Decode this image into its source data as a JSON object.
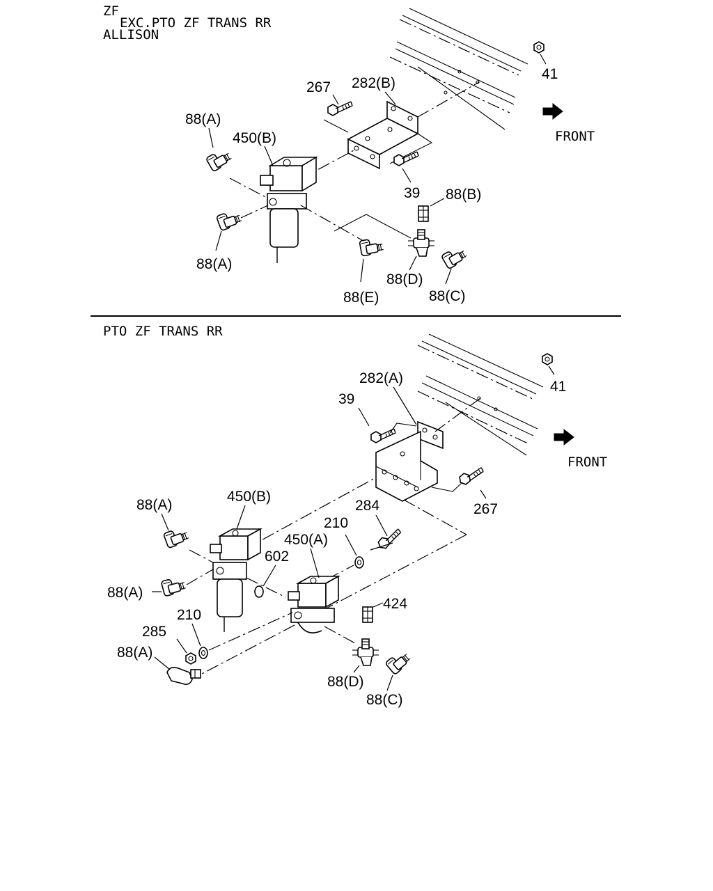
{
  "sections": [
    {
      "header_lines": [
        "ZF",
        "EXC.PTO ZF TRANS RR",
        "ALLISON"
      ],
      "direction_label": "FRONT",
      "callouts": {
        "c41": "41",
        "c267": "267",
        "c282b": "282(B)",
        "c88a_top": "88(A)",
        "c450b": "450(B)",
        "c39": "39",
        "c88b": "88(B)",
        "c88a_bottom": "88(A)",
        "c88d": "88(D)",
        "c88e": "88(E)",
        "c88c": "88(C)"
      }
    },
    {
      "header_lines": [
        "PTO ZF TRANS RR"
      ],
      "direction_label": "FRONT",
      "callouts": {
        "c41": "41",
        "c282a": "282(A)",
        "c39": "39",
        "c267": "267",
        "c284": "284",
        "c450b": "450(B)",
        "c88a_1": "88(A)",
        "c210_1": "210",
        "c602": "602",
        "c450a": "450(A)",
        "c88a_2": "88(A)",
        "c424": "424",
        "c210_2": "210",
        "c285": "285",
        "c88a_3": "88(A)",
        "c88d": "88(D)",
        "c88c": "88(C)"
      }
    }
  ]
}
